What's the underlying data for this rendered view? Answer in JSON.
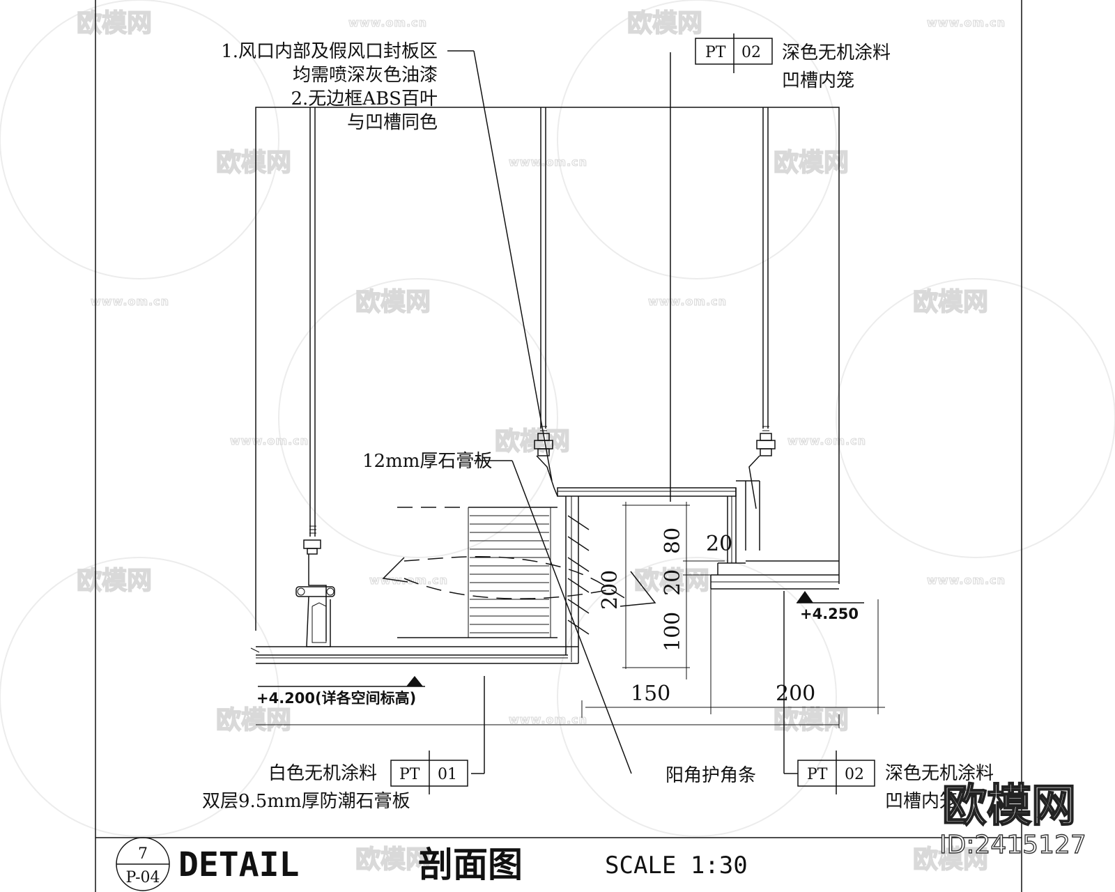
{
  "notes": {
    "vent_note_1": "1.风口内部及假风口封板区",
    "vent_note_2": "均需喷深灰色油漆",
    "vent_note_3": "2.无边框ABS百叶",
    "vent_note_4": "与凹槽同色",
    "gypsum_12": "12mm厚石膏板",
    "corner_guard": "阳角护角条",
    "white_coating": "白色无机涂料",
    "double_gypsum": "双层9.5mm厚防潮石膏板",
    "dark_coating_top_1": "深色无机涂料",
    "dark_coating_top_2": "凹槽内笼",
    "dark_coating_bottom_1": "深色无机涂料",
    "dark_coating_bottom_2": "凹槽内笼"
  },
  "tags": {
    "top": {
      "code": "PT",
      "number": "02"
    },
    "bottom_left": {
      "code": "PT",
      "number": "01"
    },
    "bottom_right": {
      "code": "PT",
      "number": "02"
    }
  },
  "dimensions": {
    "d80": "80",
    "d20a": "20",
    "d20b": "20",
    "d200v": "200",
    "d100": "100",
    "d150": "150",
    "d200h": "200"
  },
  "elevations": {
    "upper": "+4.250",
    "lower": "+4.200(详各空间标高)"
  },
  "title": {
    "number": "7",
    "sheet": "P-04",
    "label": "DETAIL",
    "name_cn": "剖面图",
    "scale": "SCALE   1:30"
  },
  "watermark": {
    "logo": "欧模网",
    "url": "www.om.cn",
    "brand": "欧模网",
    "id": "ID:2415127"
  }
}
